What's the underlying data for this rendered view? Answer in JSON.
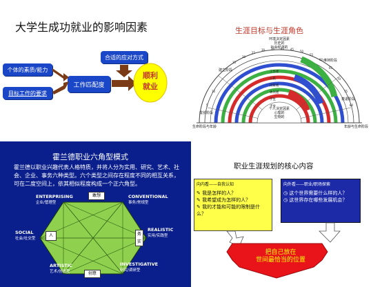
{
  "q1": {
    "title": "大学生成功就业的影响因素",
    "box1": "个体的素质/能力",
    "box2": "目标工作的要求",
    "box3": "合适的应对方式",
    "center": "工作匹配度",
    "result": "顺利\n就业",
    "colors": {
      "box": "#1a46c8",
      "arrow": "#7a3b16",
      "circle": "#ffff00"
    }
  },
  "q2": {
    "title": "生涯目标与生涯角色",
    "top_labels": [
      "环境决定因素",
      "历史的",
      "社会经济的"
    ],
    "arc_labels": [
      "工作者",
      "公民",
      "持家者",
      "休闲者",
      "学生",
      "子女"
    ],
    "left_labels": [
      "建立阶段",
      "成长阶段"
    ],
    "right_labels": [
      "维持阶段",
      "衰退阶段"
    ],
    "center_labels": [
      "个人决定因素",
      "心理的",
      "生物的"
    ],
    "age_ticks": [
      "5",
      "10",
      "15",
      "20",
      "25",
      "30",
      "35",
      "40",
      "45",
      "50",
      "55",
      "60",
      "65",
      "70",
      "75",
      "80"
    ],
    "bottom_left": "生命阶段与年龄",
    "bottom_right": "年龄与生命阶段"
  },
  "q3": {
    "title": "霍兰德职业六角型模式",
    "description": "霍兰德以职业兴趣代表人格特质，并将人分为实用、研究、艺术、社会、企业、事务六种类型。六个类型之间存在程度不同的相互关系，可在二度空间上，依其相似程度构成一个正六角型。",
    "corners": [
      {
        "en": "ENTERPRISING",
        "zh": "企业/管理型"
      },
      {
        "en": "CONVENTIONAL",
        "zh": "事务/常规型"
      },
      {
        "en": "REALISTIC",
        "zh": "实用/实践型"
      },
      {
        "en": "INVESTIGATIVE",
        "zh": "研究/调研型"
      },
      {
        "en": "ARTISTIC",
        "zh": "艺术/创造型"
      },
      {
        "en": "SOCIAL",
        "zh": "社会/社交型"
      }
    ],
    "boxes": {
      "top": "敢想",
      "right": "务实",
      "bottom": "创意",
      "left": "人"
    },
    "hex_color": "#8fd14f"
  },
  "q4": {
    "title": "职业生涯规划的核心内容",
    "left_header": "向内看——自我认知",
    "left_items": [
      "我是怎样的人？",
      "我希望成为怎样的人？",
      "我的才能和可能的限制是什么？"
    ],
    "right_header": "向外看——职业/职场探索",
    "right_items": [
      "这个世界需要什么样的人？",
      "这世界存在哪些发展机会？"
    ],
    "banner": [
      "把自己放在",
      "世间最恰当的位置"
    ],
    "colors": {
      "left": "#ffff4a",
      "right": "#1c2aa8",
      "banner": "#e8141a"
    }
  }
}
